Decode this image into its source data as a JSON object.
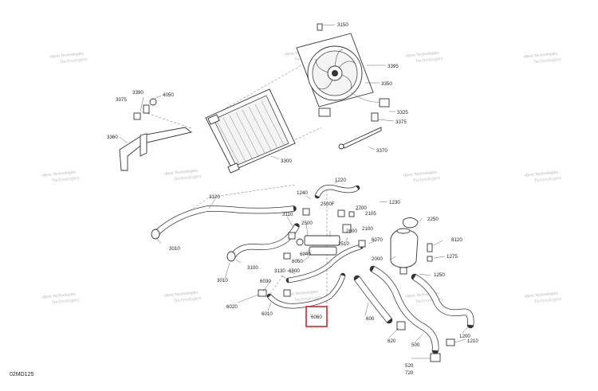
{
  "diagram": {
    "code": "02MD125",
    "highlighted": "6060",
    "callouts": {
      "c3150": "3150",
      "c3395": "3395",
      "c3350": "3350",
      "c3325": "3325",
      "c3375": "3375",
      "c3370": "3370",
      "c3300": "3300",
      "c3390": "3390",
      "c3075": "3075",
      "c4050": "4050",
      "c3360": "3360",
      "c1220": "1220",
      "c1240": "1240",
      "c1230": "1230",
      "c3120": "3120",
      "c2500f": "2500F",
      "c2700": "2700",
      "c2105": "2105",
      "c3110": "3110",
      "c2250": "2250",
      "c2500": "2500",
      "c2100": "2100",
      "c2600": "2600",
      "c2510": "2510",
      "c6070": "6070",
      "c8120": "8120",
      "c3010a": "3010",
      "c6040": "6040",
      "c6050": "6050",
      "c2000": "2000",
      "c1275": "1275",
      "c3100": "3100",
      "c6800": "6800",
      "c3130": "3130",
      "c1250": "1250",
      "c3010b": "3010",
      "c6030": "6030",
      "c6020": "6020",
      "c6010": "6010",
      "c6060": "6060",
      "c600": "600",
      "c1200": "1200",
      "c620": "620",
      "c500": "500",
      "c1210": "1210",
      "c520": "520",
      "c720": "720"
    },
    "watermark": {
      "line1": "+Best Technologies",
      "line2": "Technologies"
    }
  }
}
